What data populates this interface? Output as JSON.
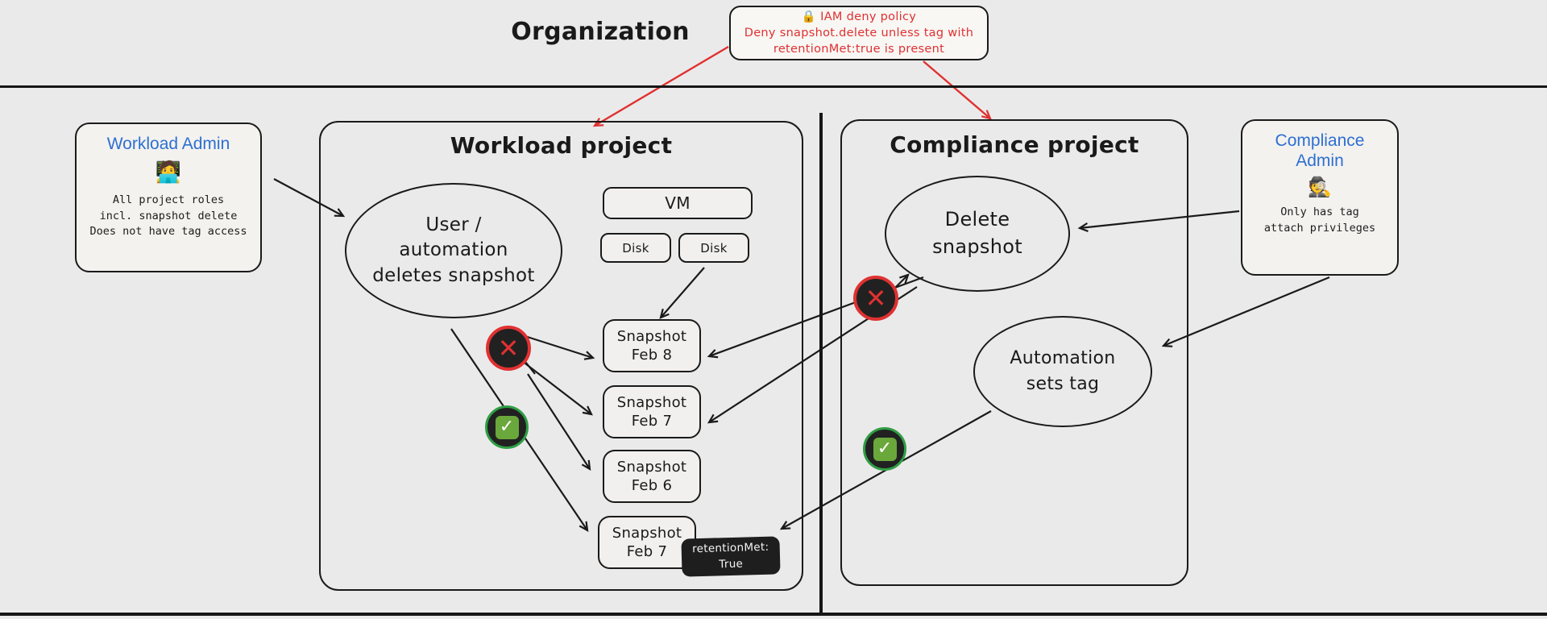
{
  "colors": {
    "background": "#ebeaea",
    "stroke": "#1a1a1a",
    "deny_red": "#e03131",
    "admin_blue": "#2e6fd1",
    "allow_green": "#2f9e44",
    "check_fill": "#6aa83c",
    "badge_bg": "#1e1e1e"
  },
  "organization": {
    "title": "Organization"
  },
  "policy_note": {
    "lock_icon": "🔒",
    "line1": "IAM deny policy",
    "line2": "Deny snapshot.delete unless tag with",
    "line3": "retentionMet:true is present"
  },
  "workload_admin": {
    "title": "Workload Admin",
    "emoji": "🧑‍💻",
    "line1": "All project roles",
    "line2": "incl. snapshot delete",
    "line3": "Does not have tag access"
  },
  "compliance_admin": {
    "title_line1": "Compliance",
    "title_line2": "Admin",
    "emoji": "🕵️",
    "line1": "Only has tag",
    "line2": "attach privileges"
  },
  "workload_project": {
    "title": "Workload project",
    "actor_ellipse": {
      "line1": "User /",
      "line2": "automation",
      "line3": "deletes snapshot"
    },
    "vm_label": "VM",
    "disk1_label": "Disk",
    "disk2_label": "Disk",
    "snapshots": [
      {
        "name": "Snapshot",
        "date": "Feb 8"
      },
      {
        "name": "Snapshot",
        "date": "Feb 7"
      },
      {
        "name": "Snapshot",
        "date": "Feb 6"
      },
      {
        "name": "Snapshot",
        "date": "Feb 7"
      }
    ]
  },
  "compliance_project": {
    "title": "Compliance project",
    "delete_ellipse": {
      "line1": "Delete",
      "line2": "snapshot"
    },
    "automation_ellipse": {
      "line1": "Automation",
      "line2": "sets tag"
    }
  },
  "tag_badge": {
    "line1": "retentionMet:",
    "line2": "True"
  },
  "icons": {
    "deny_glyph": "✕",
    "allow_glyph": "✓"
  }
}
